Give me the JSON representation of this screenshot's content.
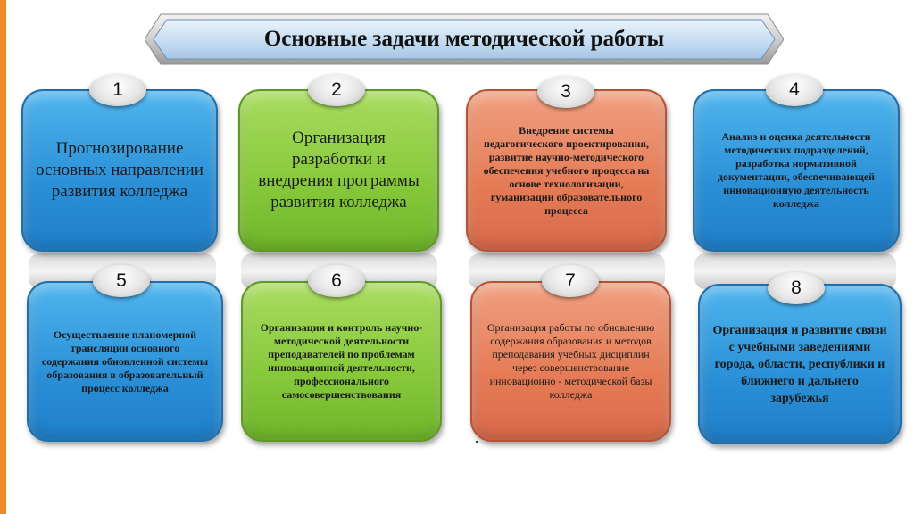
{
  "title": "Основные задачи методической работы",
  "colors": {
    "accent": "#f08a24",
    "blue": "#2a8fd6",
    "green": "#86c83a",
    "orange": "#e57b56"
  },
  "tasks": [
    {
      "number": "1",
      "text": "Прогнозирование основных направлении развития колледжа"
    },
    {
      "number": "2",
      "text": "Организация разработки и внедрения программы развития колледжа"
    },
    {
      "number": "3",
      "text": "Внедрение системы педагогического проектирования, развитие научно-методического обеспечения учебного процесса на основе технологизации, гуманизации образовательного процесса"
    },
    {
      "number": "4",
      "text": "Анализ и оценка деятельности методических подразделений, разработка нормативной документации, обеспечивающей инновационную деятельность колледжа"
    },
    {
      "number": "5",
      "text": "Осуществление планомерной трансляции основного содержания обновленной системы образования в образовательный процесс колледжа"
    },
    {
      "number": "6",
      "text": "Организация и контроль научно-методической деятельности преподавателей по проблемам инновационной деятельности, профессионального самосовершенствования"
    },
    {
      "number": "7",
      "text": "Организация работы по обновлению содержания образования и методов преподавания учебных дисциплин через совершенствование инновационно - методической базы колледжа"
    },
    {
      "number": "8",
      "text": "Организация и развитие связи с учебными заведениями города, области, республики и ближнего и дальнего зарубежья"
    }
  ]
}
